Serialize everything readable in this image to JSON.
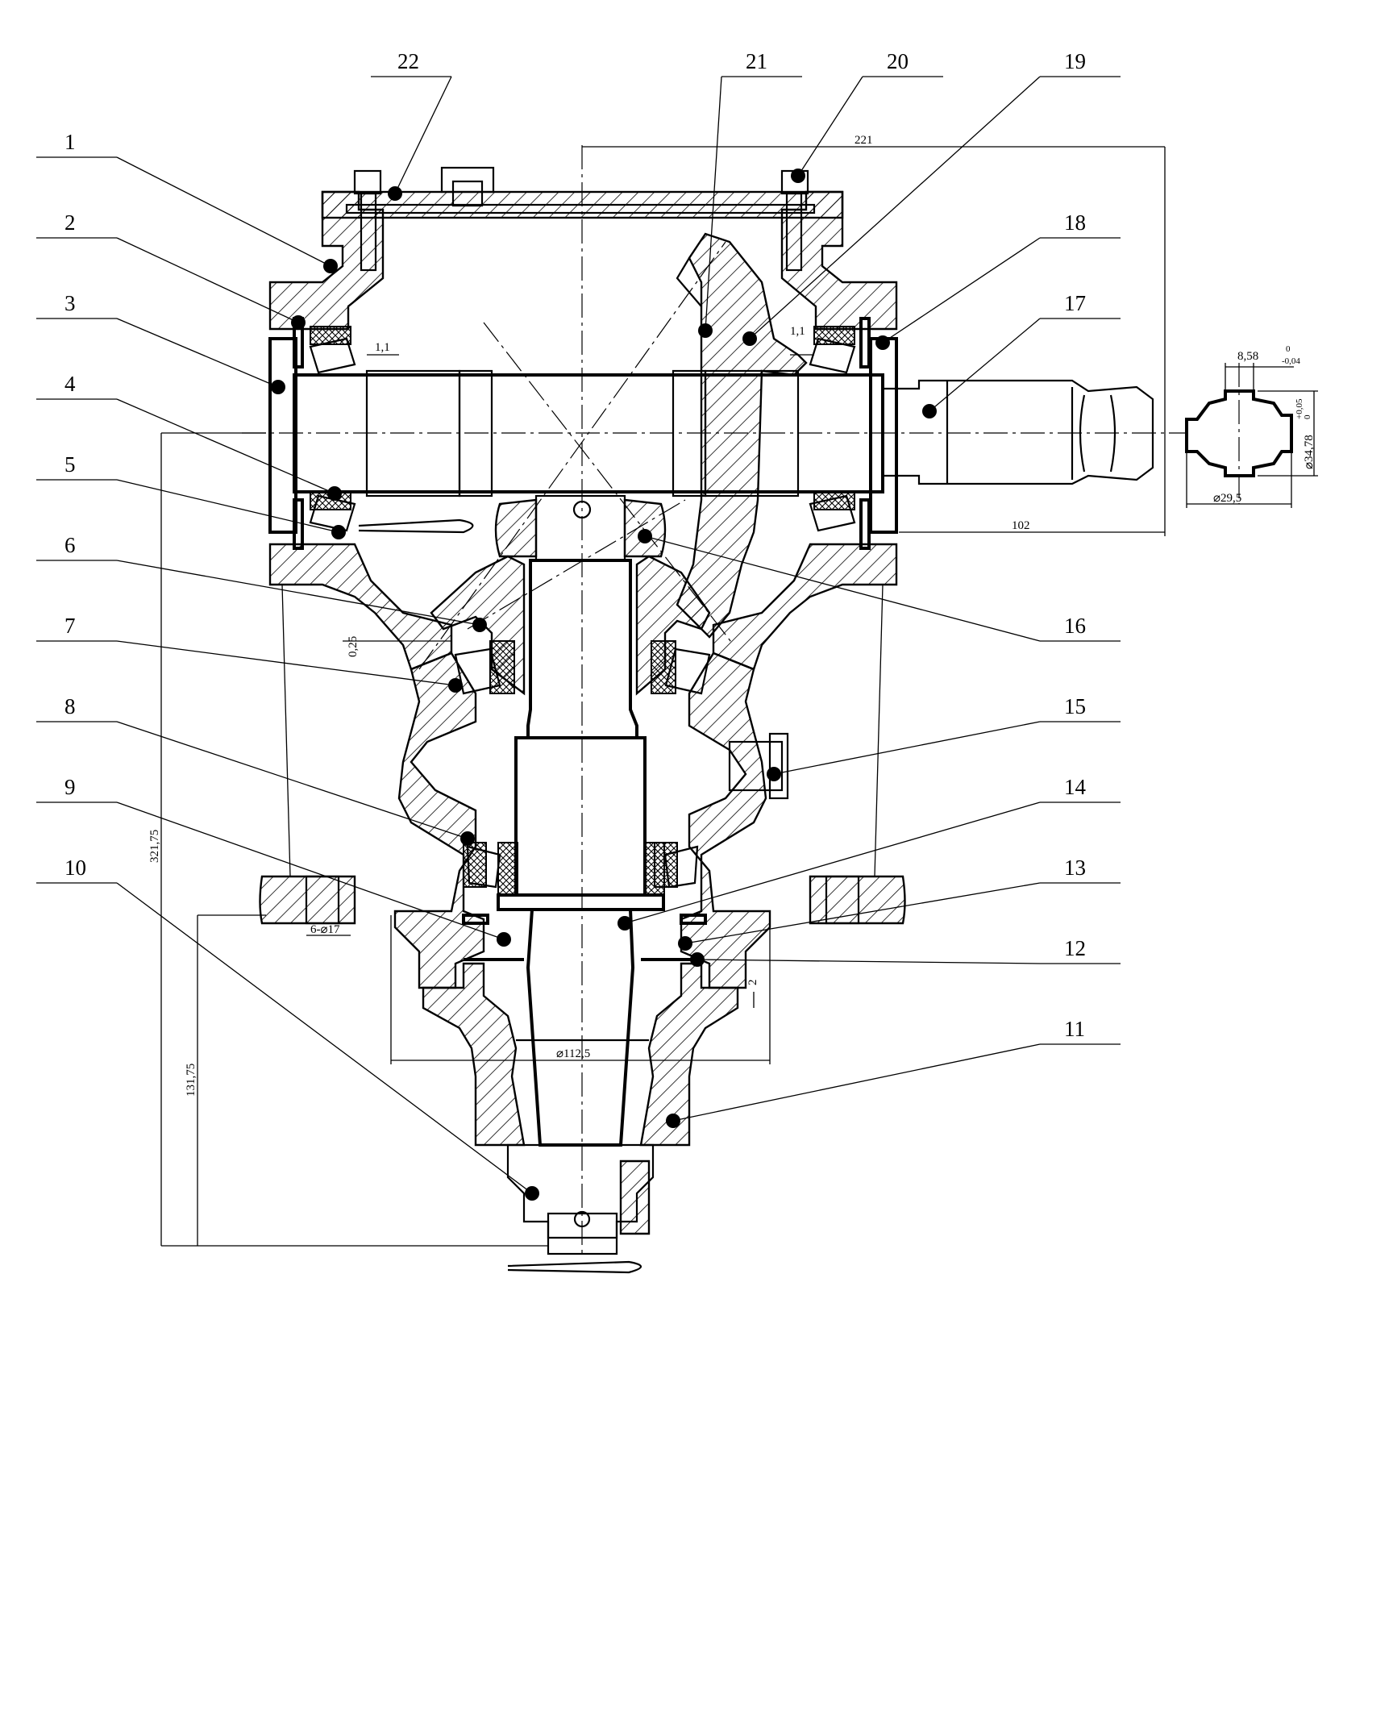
{
  "callouts": [
    {
      "n": "1"
    },
    {
      "n": "2"
    },
    {
      "n": "3"
    },
    {
      "n": "4"
    },
    {
      "n": "5"
    },
    {
      "n": "6"
    },
    {
      "n": "7"
    },
    {
      "n": "8"
    },
    {
      "n": "9"
    },
    {
      "n": "10"
    },
    {
      "n": "11"
    },
    {
      "n": "12"
    },
    {
      "n": "13"
    },
    {
      "n": "14"
    },
    {
      "n": "15"
    },
    {
      "n": "16"
    },
    {
      "n": "17"
    },
    {
      "n": "18"
    },
    {
      "n": "19"
    },
    {
      "n": "20"
    },
    {
      "n": "21"
    },
    {
      "n": "22"
    }
  ],
  "dimensions": {
    "d221": "221",
    "d102": "102",
    "d321": "321,75",
    "d131": "131,75",
    "d112": "⌀112,5",
    "d6x17": "6-⌀17",
    "d025": "0,25",
    "d11a": "1,1",
    "d11b": "1,1",
    "d2": "2",
    "d858": "8,58",
    "d858tol_up": "0",
    "d858tol_dn": "-0,04",
    "d3478": "⌀34,78",
    "d3478tol_up": "+0,05",
    "d3478tol_dn": "0",
    "d295": "⌀29,5"
  }
}
